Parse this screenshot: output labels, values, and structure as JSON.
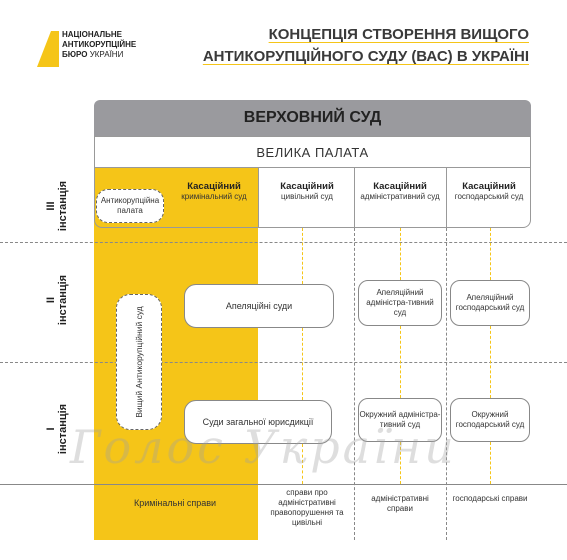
{
  "logo": {
    "line1": "НАЦІОНАЛЬНЕ",
    "line2": "АНТИКОРУПЦІЙНЕ",
    "line3": "БЮРО",
    "line3b": "УКРАЇНИ",
    "color": "#f5c518"
  },
  "title": {
    "line1": "КОНЦЕПЦІЯ СТВОРЕННЯ ВИЩОГО",
    "line2": "АНТИКОРУПЦІЙНОГО СУДУ (ВАС) В УКРАЇНІ"
  },
  "supreme_court": "ВЕРХОВНИЙ СУД",
  "grand_chamber": "ВЕЛИКА ПАЛАТА",
  "anticorruption_chamber": "Антикорупційна палата",
  "cassation": [
    {
      "bold": "Касаційний",
      "sub": "кримінальний суд"
    },
    {
      "bold": "Касаційний",
      "sub": "цивільний суд"
    },
    {
      "bold": "Касаційний",
      "sub": "адміністративний суд"
    },
    {
      "bold": "Касаційний",
      "sub": "господарський суд"
    }
  ],
  "instances": {
    "third": {
      "roman": "III",
      "word": "інстанція"
    },
    "second": {
      "roman": "II",
      "word": "інстанція"
    },
    "first": {
      "roman": "I",
      "word": "інстанція"
    }
  },
  "higher_anticorruption_court": "Вищий Антикорупційний суд",
  "appeal": {
    "general": "Апеляційні суди",
    "admin": "Апеляційний адміністра-тивний суд",
    "commercial": "Апеляційний господарський суд"
  },
  "first_instance": {
    "general": "Суди загальної юрисдикції",
    "admin": "Окружний адміністра-тивний суд",
    "commercial": "Окружний господарський суд"
  },
  "case_types": {
    "criminal": "Кримінальні справи",
    "civil": "справи про адміністративні правопорушення та цивільні",
    "admin": "адміністративні справи",
    "commercial": "господарські справи"
  },
  "watermark": "Голос України",
  "colors": {
    "accent": "#f5c518",
    "header_gray": "#9a9a9e"
  }
}
